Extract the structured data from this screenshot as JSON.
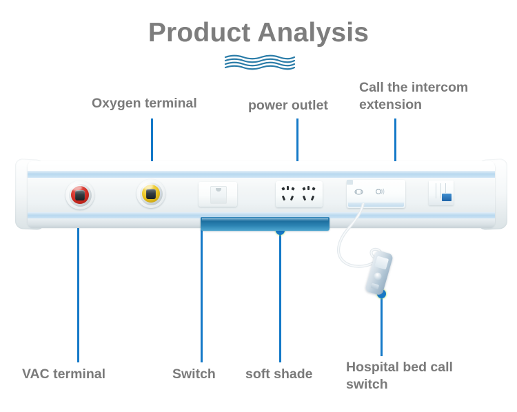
{
  "page": {
    "title": "Product Analysis",
    "background_color": "#ffffff",
    "title_color": "#7d7d7d",
    "accent_color": "#1479c8",
    "wave_color": "#2a7ca8"
  },
  "labels": {
    "oxygen_terminal": "Oxygen terminal",
    "power_outlet": "power outlet",
    "intercom": "Call the intercom\nextension",
    "vac_terminal": "VAC terminal",
    "switch": "Switch",
    "soft_shade": "soft shade",
    "bed_call_switch": "Hospital bed call\nswitch"
  },
  "product": {
    "name": "hospital-bed-head-unit",
    "body_color": "#f3f6f7",
    "stripe_color": "#b8d8ef",
    "soft_shade_color": "#1d6f9f",
    "components": [
      {
        "name": "vac-terminal",
        "ring_color": "#cf2a21",
        "label": "VAC terminal"
      },
      {
        "name": "oxygen-terminal",
        "ring_color": "#e9c21f",
        "label": "Oxygen terminal"
      },
      {
        "name": "rocker-switch",
        "label": "Switch"
      },
      {
        "name": "power-outlet",
        "label": "power outlet",
        "socket_count": 2
      },
      {
        "name": "intercom-panel",
        "label": "Call the intercom extension"
      },
      {
        "name": "soft-shade-strip",
        "label": "soft shade"
      },
      {
        "name": "bed-call-pendant",
        "label": "Hospital bed call switch"
      }
    ]
  }
}
